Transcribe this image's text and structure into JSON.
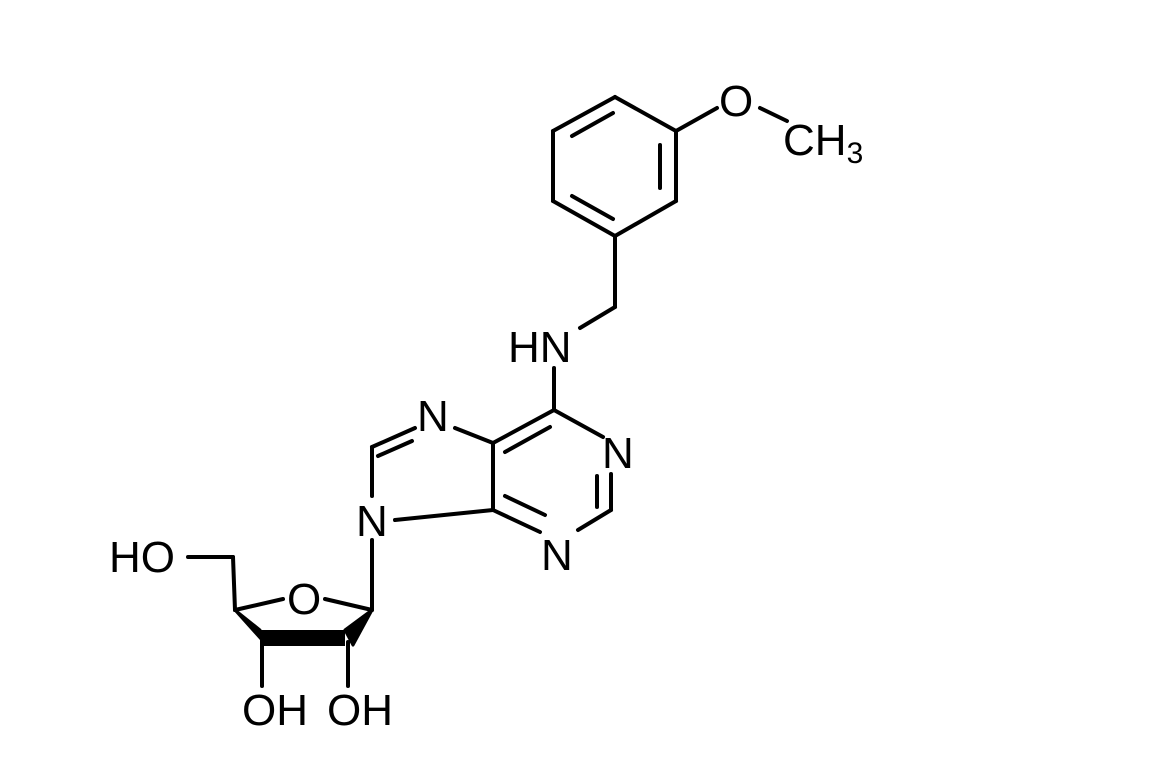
{
  "diagram": {
    "colors": {
      "ink": "#000000",
      "background": "#ffffff"
    },
    "atoms": {
      "methoxy_o": "O",
      "methyl": "CH",
      "methyl_subscript": "3",
      "amine": "HN",
      "n_imidazole_top": "N",
      "n_pyrimidine_right": "N",
      "n_pyrimidine_bottom": "N",
      "n_glycosidic": "N",
      "ho_left": "HO",
      "ring_o": "O",
      "oh_left": "OH",
      "oh_right": "OH"
    }
  }
}
